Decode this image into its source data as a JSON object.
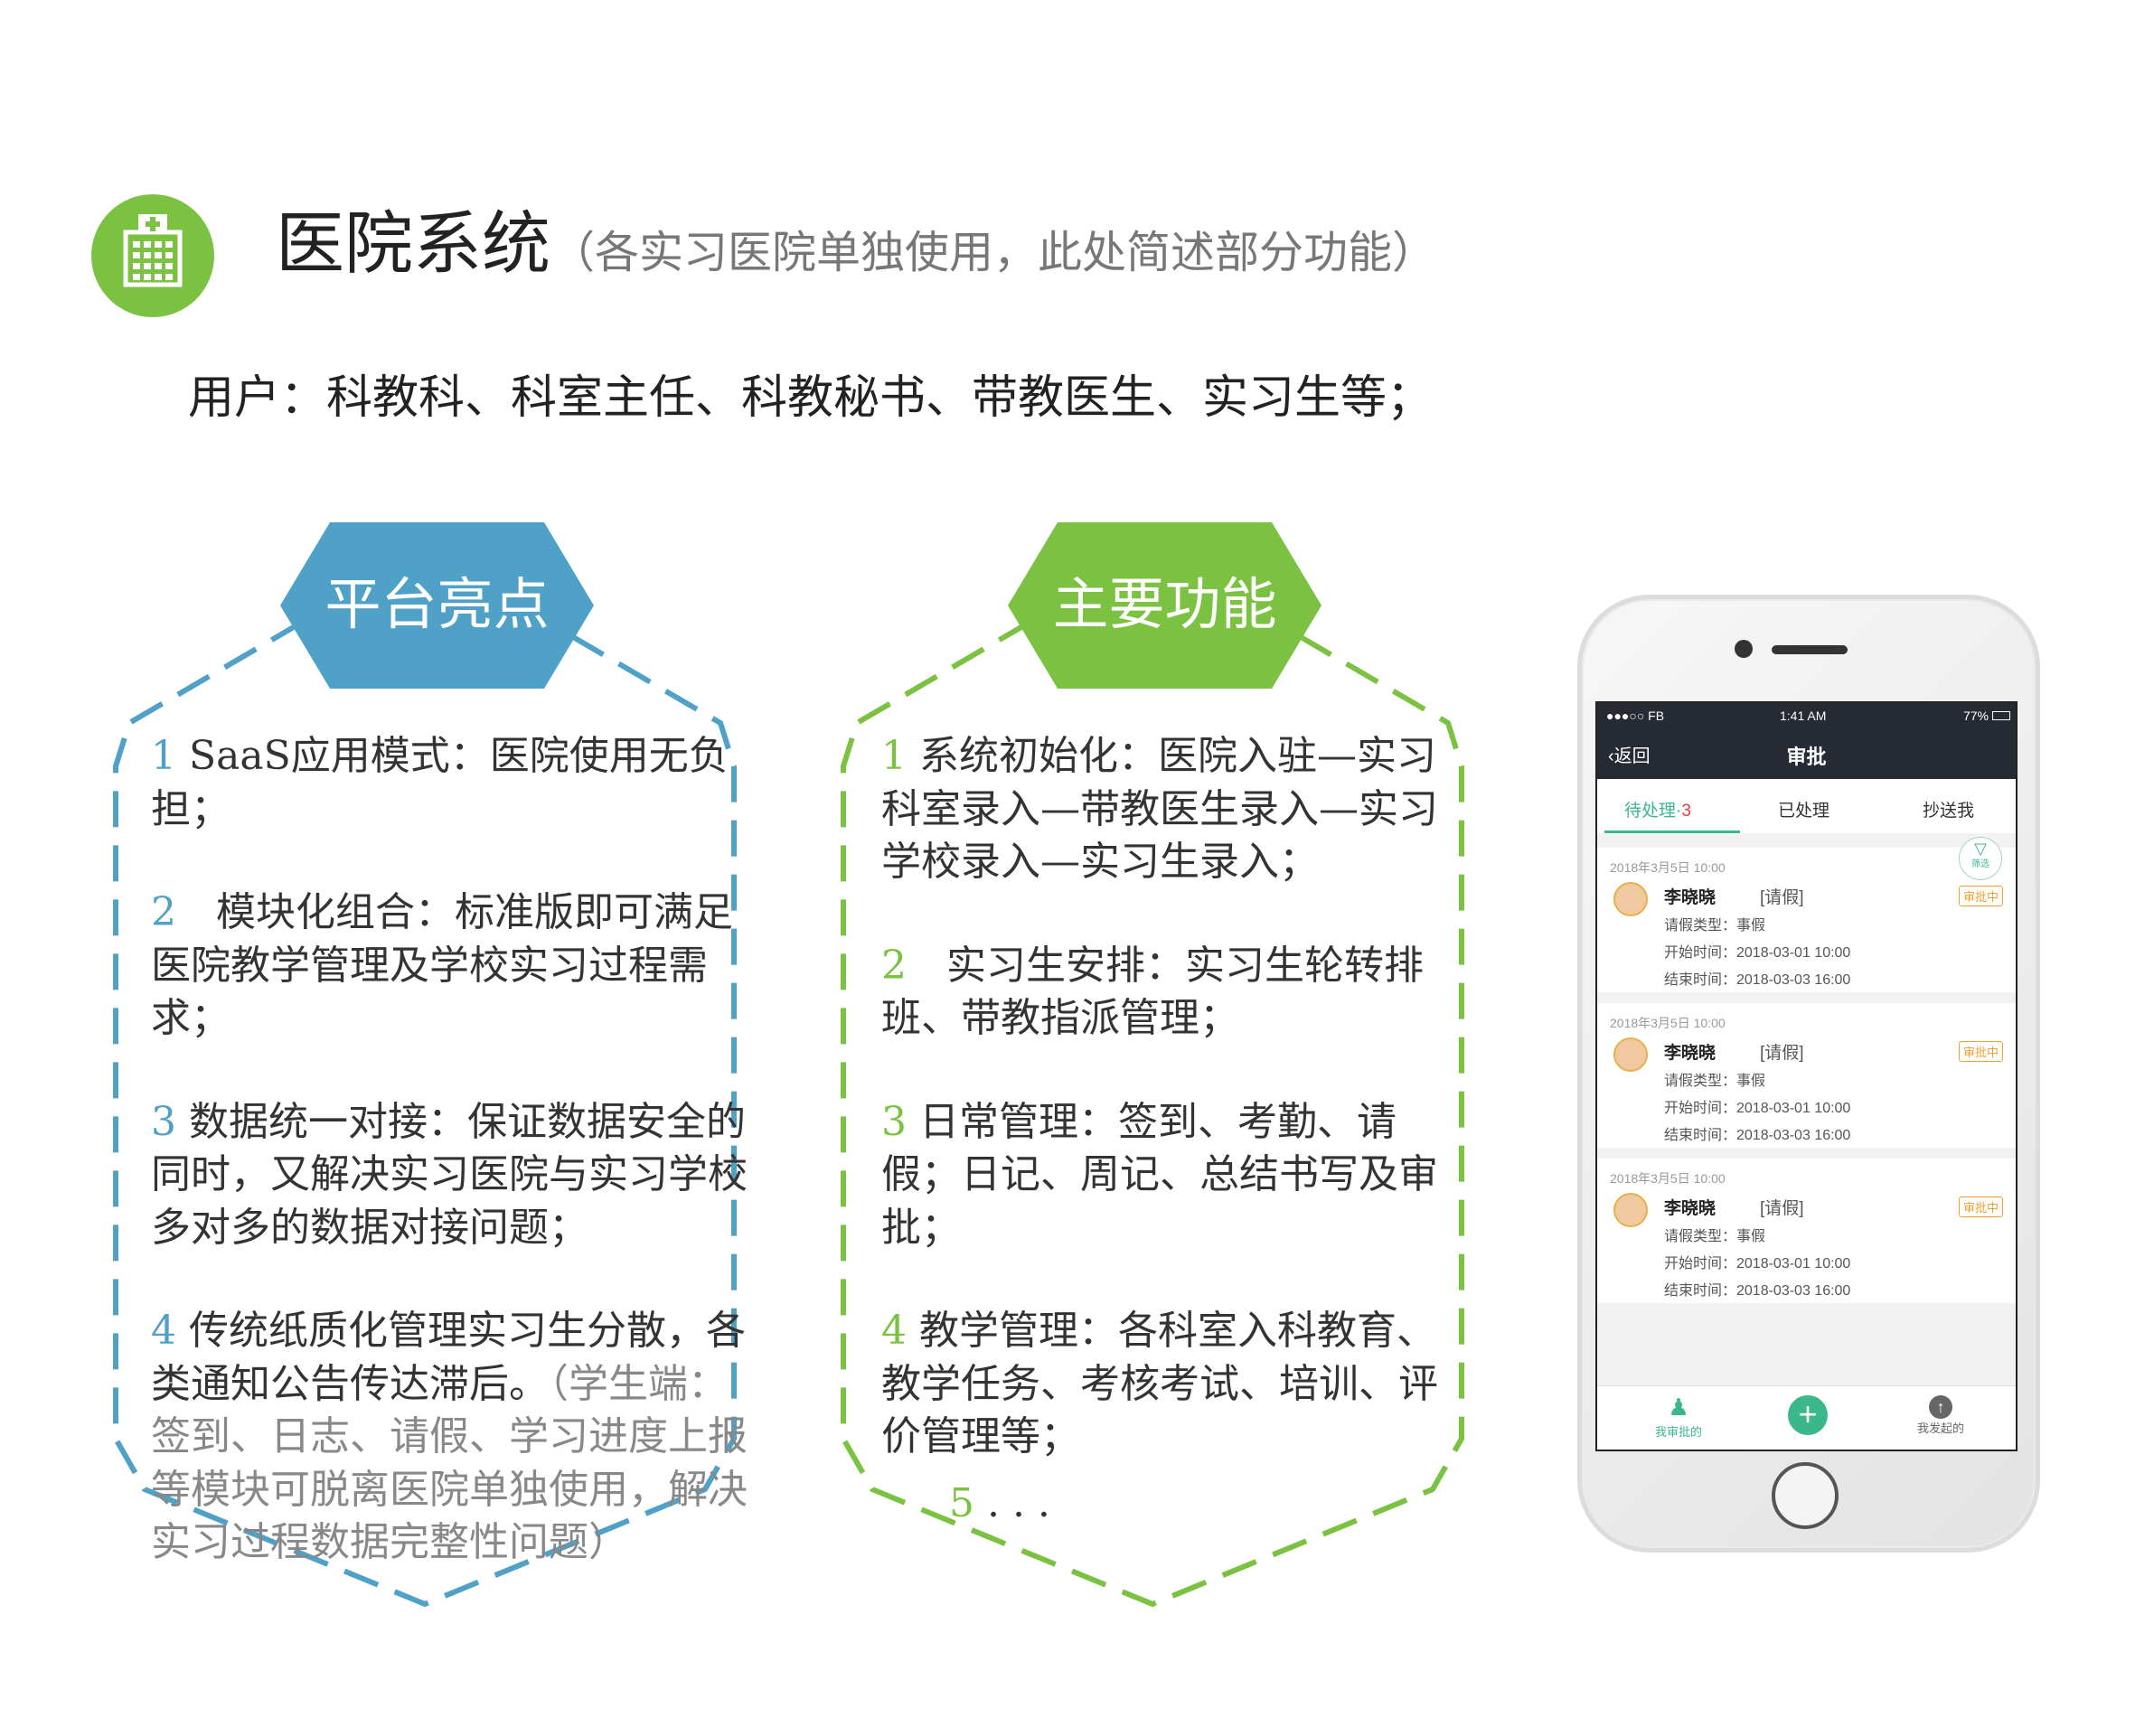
{
  "header": {
    "title": "医院系统",
    "subtitle": "（各实习医院单独使用，此处简述部分功能）",
    "users": "用户：科教科、科室主任、科教秘书、带教医生、实习生等；"
  },
  "highlights": {
    "heading": "平台亮点",
    "items": [
      {
        "num": "1",
        "text": " SaaS应用模式：医院使用无负担；"
      },
      {
        "num": "2",
        "text": "　模块化组合：标准版即可满足医院教学管理及学校实习过程需求；"
      },
      {
        "num": "3",
        "text": " 数据统一对接：保证数据安全的同时，又解决实习医院与实习学校多对多的数据对接问题；"
      },
      {
        "num": "4",
        "text": " 传统纸质化管理实习生分散，各类通知公告传达滞后。",
        "note": "（学生端：签到、日志、请假、学习进度上报等模块可脱离医院单独使用，解决实习过程数据完整性问题）"
      }
    ]
  },
  "functions": {
    "heading": "主要功能",
    "items": [
      {
        "num": "1",
        "text": " 系统初始化：医院入驻—实习科室录入—带教医生录入—实习学校录入—实习生录入；"
      },
      {
        "num": "2",
        "text": "　实习生安排：实习生轮转排班、带教指派管理；"
      },
      {
        "num": "3",
        "text": " 日常管理：签到、考勤、请假；日记、周记、总结书写及审批；"
      },
      {
        "num": "4",
        "text": " 教学管理：各科室入科教育、教学任务、考核考试、培训、评价管理等；"
      }
    ],
    "more_num": "5",
    "more_text": " . . ."
  },
  "phone": {
    "status": {
      "carrier": "●●●○○ FB",
      "time": "1:41 AM",
      "battery": "77%"
    },
    "nav": {
      "back": "返回",
      "title": "审批"
    },
    "tabs": [
      {
        "label": "待处理·",
        "count": "3",
        "active": true
      },
      {
        "label": "已处理",
        "active": false
      },
      {
        "label": "抄送我",
        "active": false
      }
    ],
    "filter_label": "筛选",
    "cards": [
      {
        "date": "2018年3月5日  10:00",
        "name": "李晓晓",
        "type": "[请假]",
        "badge": "审批中",
        "leave_type": "请假类型：事假",
        "start": "开始时间：2018-03-01  10:00",
        "end": "结束时间：2018-03-03  16:00"
      },
      {
        "date": "2018年3月5日  10:00",
        "name": "李晓晓",
        "type": "[请假]",
        "badge": "审批中",
        "leave_type": "请假类型：事假",
        "start": "开始时间：2018-03-01  10:00",
        "end": "结束时间：2018-03-03  16:00"
      },
      {
        "date": "2018年3月5日  10:00",
        "name": "李晓晓",
        "type": "[请假]",
        "badge": "审批中",
        "leave_type": "请假类型：事假",
        "start": "开始时间：2018-03-01  10:00",
        "end": "结束时间：2018-03-03  16:00"
      }
    ],
    "bottom": {
      "left": "我审批的",
      "right": "我发起的"
    }
  },
  "colors": {
    "green": "#7cc242",
    "blue": "#4fa1c8",
    "dark": "#262a33",
    "orange": "#f0a030",
    "teal": "#3bb88a"
  }
}
